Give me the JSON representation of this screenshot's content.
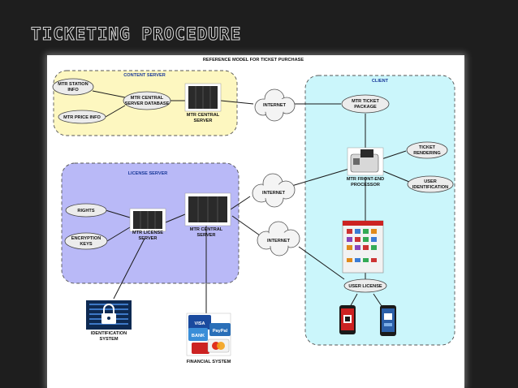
{
  "slide": {
    "title": "TICKETING PROCEDURE"
  },
  "diagram": {
    "heading": "REFERENCE MODEL FOR TICKET PURCHASE",
    "content_server": {
      "title": "CONTENT SERVER",
      "station_info": [
        "MTR STATION",
        "INFO"
      ],
      "price_info": "MTR PRICE INFO",
      "server_database": [
        "MTR CENTRAL",
        "SERVER DATABASE"
      ],
      "central_server": [
        "MTR CENTRAL",
        "SERVER"
      ]
    },
    "license_server": {
      "title": "LICENSE SERVER",
      "rights": "RIGHTS",
      "encryption_keys": [
        "ENCRYPTION",
        "KEYS"
      ],
      "license_server": [
        "MTR LICENSE",
        "SERVER"
      ],
      "central_server": [
        "MTR CENTRAL",
        "SERVER"
      ]
    },
    "client": {
      "title": "CLIENT",
      "ticket_package": [
        "MTR TICKET",
        "PACKAGE"
      ],
      "ticket_rendering": [
        "TICKET",
        "RENDERING"
      ],
      "user_identification": [
        "USER",
        "IDENTIFICATION"
      ],
      "front_end_processor": [
        "MTR FRONT-END",
        "PROCESSOR"
      ],
      "user_license": "USER LICENSE"
    },
    "internet_labels": [
      "INTERNET",
      "INTERNET",
      "INTERNET"
    ],
    "identification_system": [
      "IDENTIFICATION",
      "SYSTEM"
    ],
    "financial_system": "FINANCIAL SYSTEM",
    "card_labels": {
      "visa": "VISA",
      "bank": "BANK",
      "paypal": "PayPal"
    },
    "colors": {
      "content_zone": "#fdf7c0",
      "license_zone": "#b9b9f7",
      "client_zone": "#cbf6fb",
      "zone_border": "#555555",
      "zone_title": "#1a3a9a"
    }
  }
}
